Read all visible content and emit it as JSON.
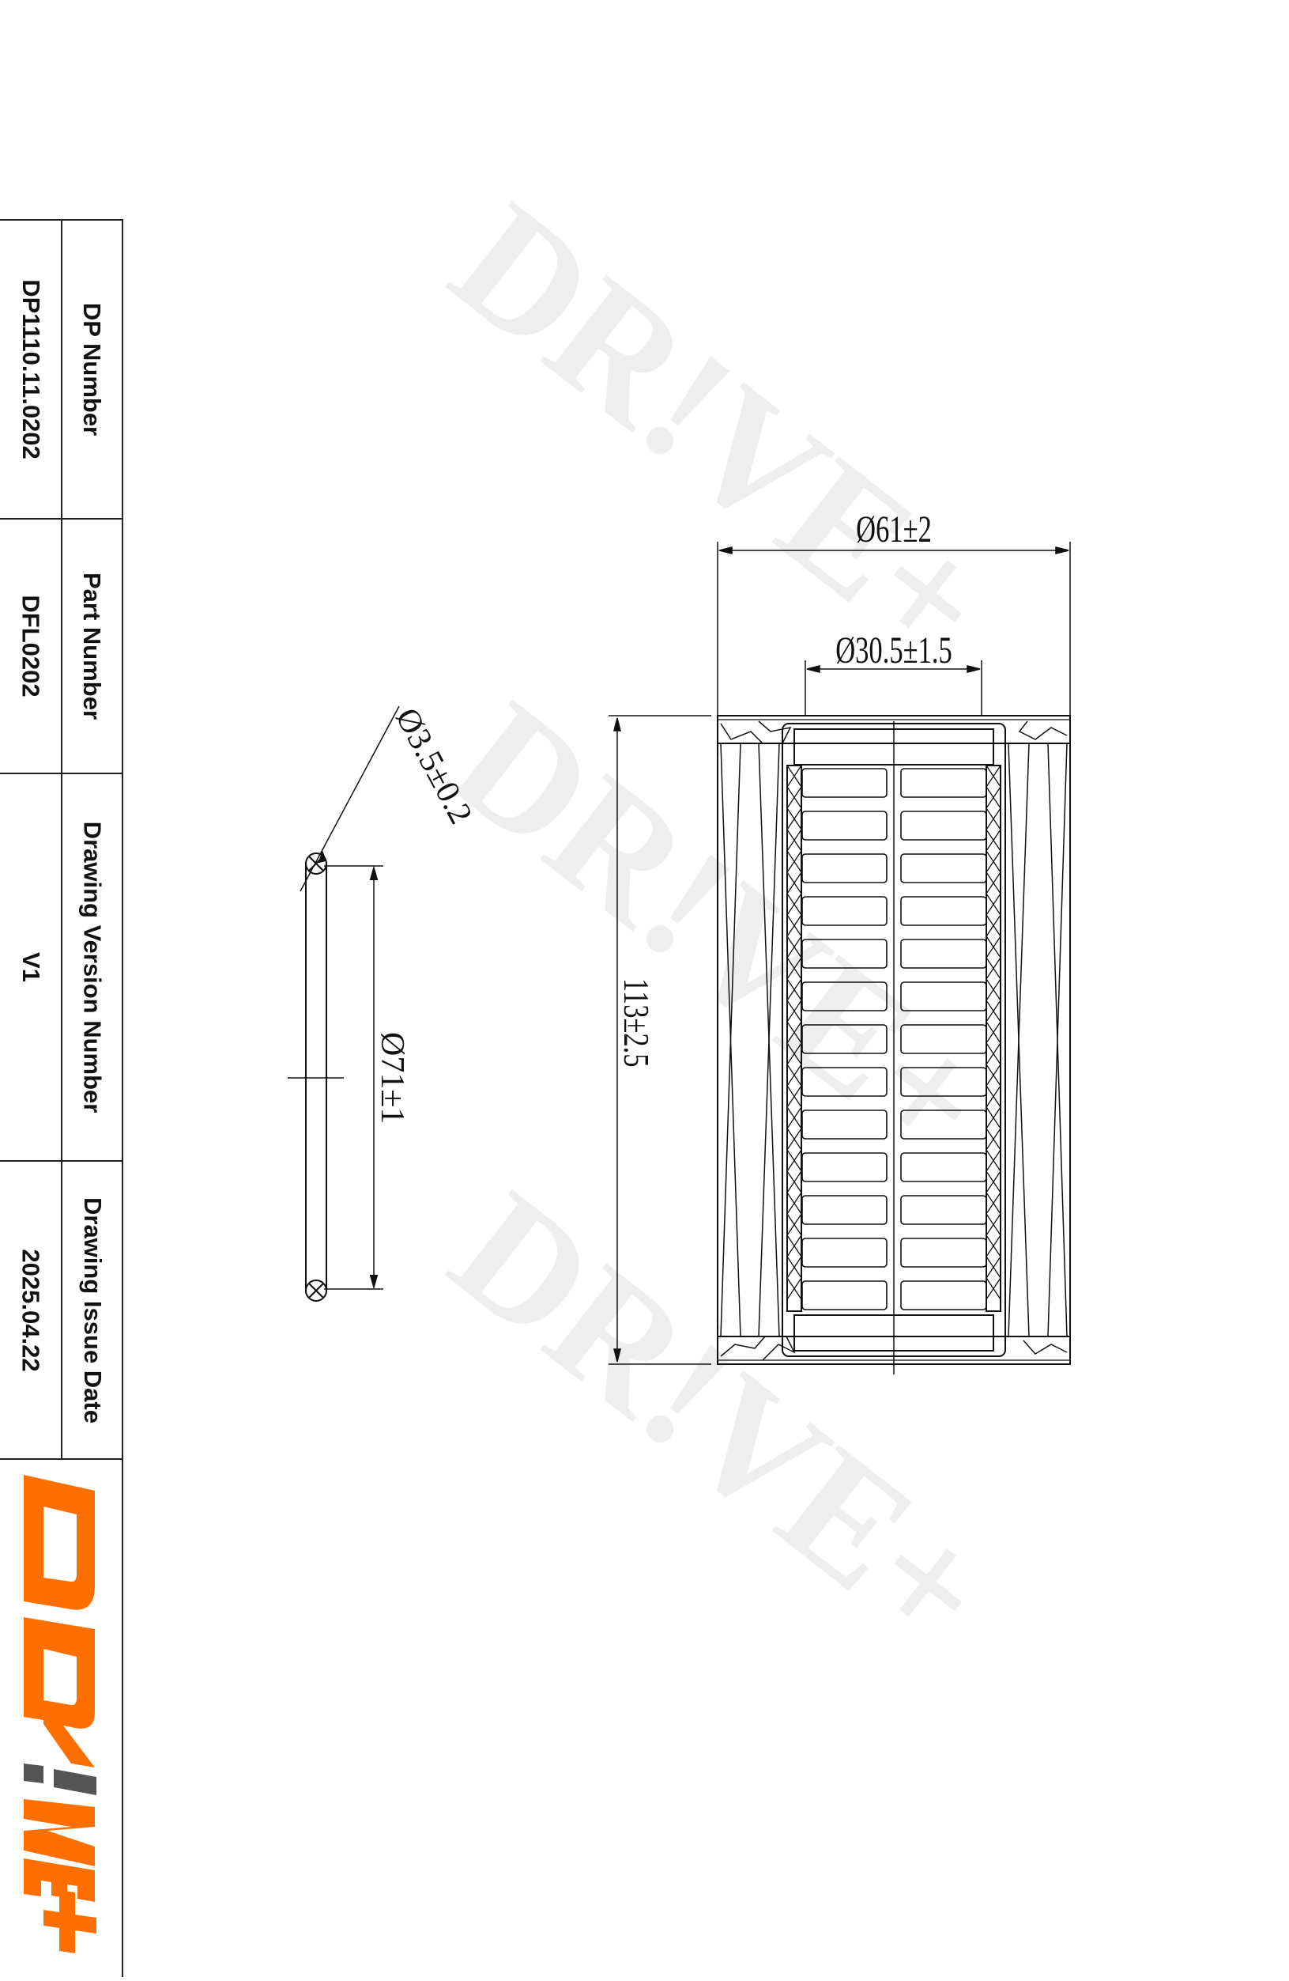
{
  "title_block": {
    "rows": [
      {
        "label": "DP Number",
        "value": "DP1110.11.0202"
      },
      {
        "label": "Part Number",
        "value": "DFL0202"
      },
      {
        "label": "Drawing Version Number",
        "value": "V1"
      },
      {
        "label": "Drawing Issue Date",
        "value": "2025.04.22"
      }
    ],
    "logo": {
      "text": "DR!VE+",
      "primary_color": "#FF6F00",
      "accent_color": "#555555"
    }
  },
  "watermark": {
    "text": "DR!VE+",
    "color": "#EDEDED",
    "count": 3
  },
  "drawing": {
    "oring": {
      "cross_section_dim": "Ø3.5±0.2",
      "inner_diameter_dim": "Ø71±1"
    },
    "filter": {
      "outer_diameter_dim": "Ø61±2",
      "inner_diameter_dim": "Ø30.5±1.5",
      "height_dim": "113±2.5"
    }
  }
}
